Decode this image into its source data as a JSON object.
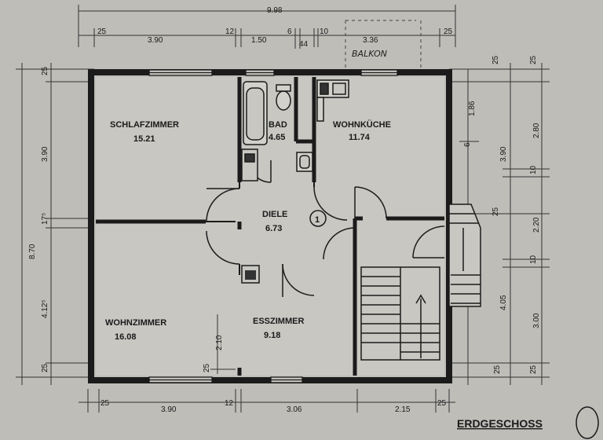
{
  "plan_title": "ERDGESCHOSS",
  "rooms": {
    "schlafzimmer": {
      "name": "SCHLAFZIMMER",
      "area": "15.21"
    },
    "bad": {
      "name": "BAD",
      "area": "4.65"
    },
    "wohnkueche": {
      "name": "WOHNKÜCHE",
      "area": "11.74"
    },
    "diele": {
      "name": "DIELE",
      "area": "6.73"
    },
    "wohnzimmer": {
      "name": "WOHNZIMMER",
      "area": "16.08"
    },
    "esszimmer": {
      "name": "ESSZIMMER",
      "area": "9.18"
    }
  },
  "balkon": "BALKON",
  "marker": "1",
  "dims_top": {
    "overall": "9.98",
    "a": "25",
    "b": "3.90",
    "c": "12",
    "d": "1.50",
    "e": "6",
    "f": "44",
    "g": "10",
    "h": "3.36",
    "i": "25"
  },
  "dims_bottom": {
    "a": "25",
    "b": "3.90",
    "c": "12",
    "d": "3.06",
    "e": "2.15",
    "f": "25"
  },
  "dims_left": {
    "overall": "8.70",
    "a": "25",
    "b": "3.90",
    "c": "17⁵",
    "d": "4.12⁵",
    "e": "25"
  },
  "dims_right": {
    "a": "25",
    "b": "25",
    "c": "1.86",
    "d": "6",
    "e": "3.90",
    "f": "2.80",
    "g": "10",
    "h": "25",
    "i": "2.20",
    "j": "10",
    "k": "4.05",
    "l": "3.00",
    "m": "25",
    "n": "25"
  },
  "dims_inner": {
    "height": "2.10",
    "sill": "25"
  }
}
